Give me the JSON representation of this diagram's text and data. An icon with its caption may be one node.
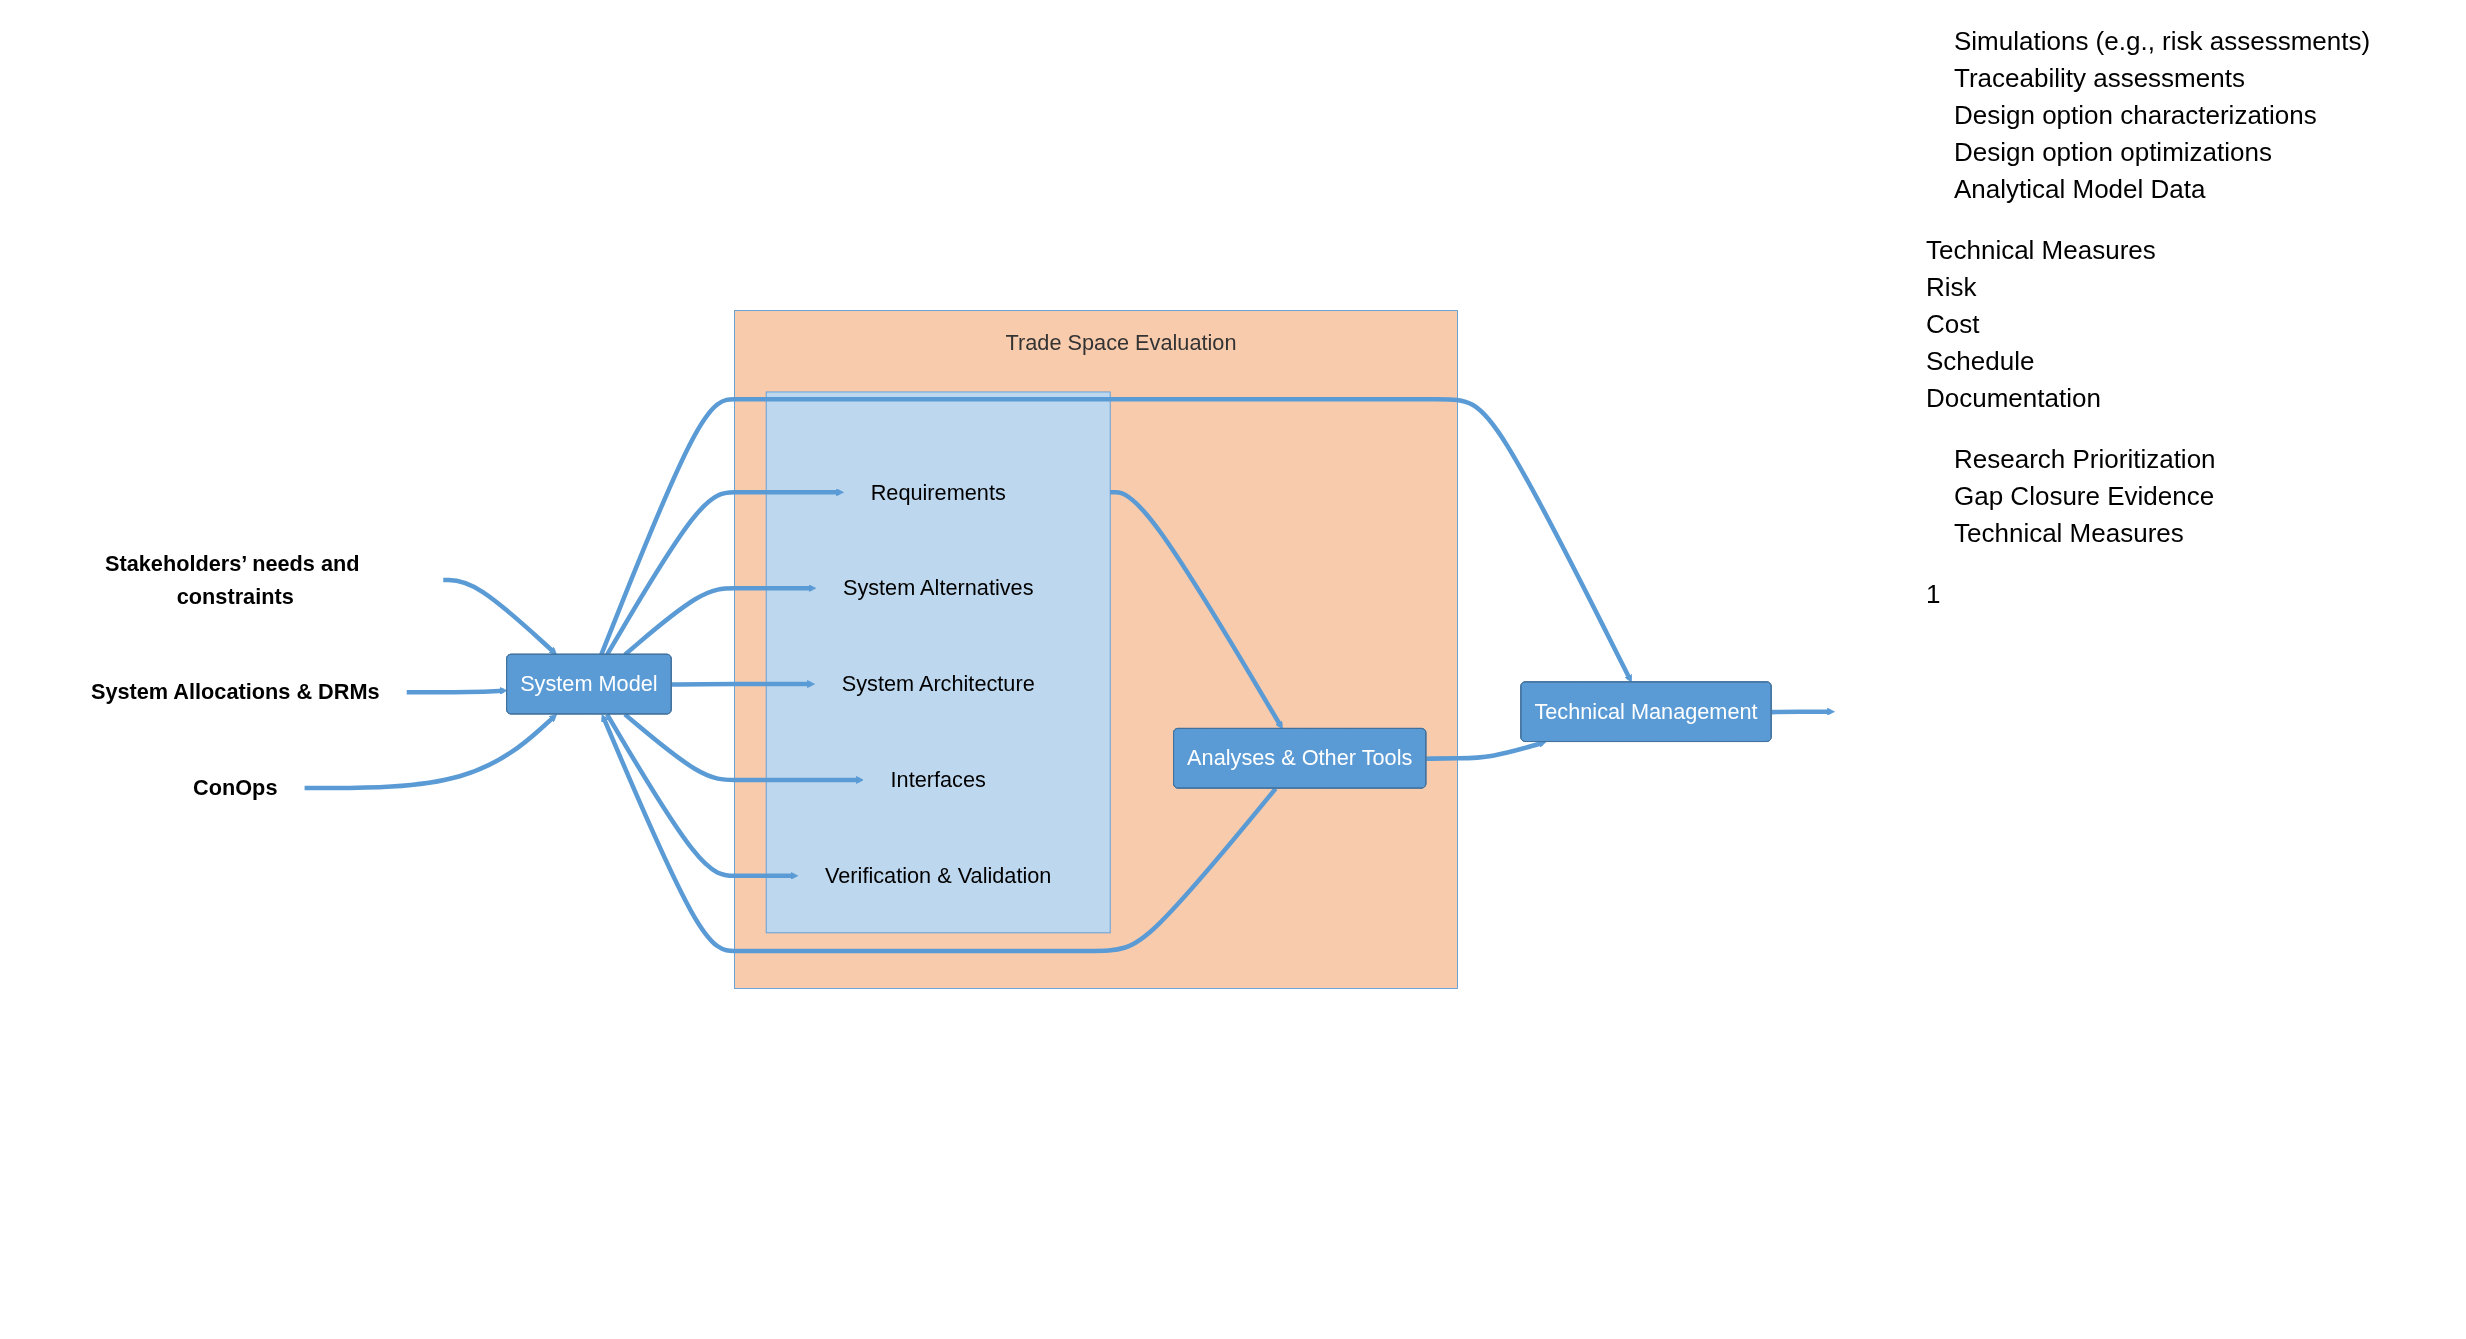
{
  "diagram": {
    "nodes": [
      {
        "text": [
          "Stakeholders’ needs and constraints"
        ]
      },
      {
        "text": [
          "System Allocations & DRMs"
        ]
      },
      {
        "text": [
          "ConOps"
        ]
      },
      {
        "text": [
          "System Model"
        ]
      },
      {
        "text": [
          "Technical Management"
        ]
      },
      {
        "text": [
          "Trade Space Evaluation"
        ]
      },
      {
        "text": [],
        "shape": "box",
        "in": 5
      },
      {
        "text": [
          "Requirements"
        ],
        "in": 6
      },
      {
        "text": [
          "System Alternatives"
        ],
        "in": 6
      },
      {
        "text": [
          "System Architecture"
        ],
        "in": 6
      },
      {
        "text": [
          "Interfaces"
        ],
        "in": 6
      },
      {
        "text": [
          "Verification & Validation"
        ],
        "in": 6
      },
      {
        "text": [
          "Analyses & Other Tools"
        ],
        "in": 5
      }
    ],
    "edges": [
      {
        "from": 0,
        "to": 3,
        "arrow": "to"
      },
      {
        "from": 1,
        "to": 3,
        "arrow": "to"
      },
      {
        "from": 2,
        "to": 3,
        "arrow": "to"
      },
      {
        "from": 3,
        "to": 7,
        "arrow": "to"
      },
      {
        "from": 3,
        "to": 8,
        "arrow": "to"
      },
      {
        "from": 3,
        "to": 9,
        "arrow": "to"
      },
      {
        "from": 3,
        "to": 10,
        "arrow": "to"
      },
      {
        "from": 3,
        "to": 11,
        "arrow": "to"
      },
      {
        "from": 3,
        "to": 4,
        "arrow": "to"
      },
      {
        "from": 6,
        "to": 12,
        "arrow": "to"
      },
      {
        "from": 12,
        "to": 3,
        "arrow": "to"
      },
      {
        "from": 12,
        "to": 4,
        "arrow": "to"
      },
      {
        "from": 4,
        "to": null,
        "arrow": "to"
      }
    ],
    "labels": [
      "Simulations (e.g., risk assessments)",
      "Traceability assessments",
      "Design option characterizations",
      "Design option optimizations",
      "Analytical Model Data",
      "Technical Measures",
      "Risk",
      "Cost",
      "Schedule",
      "Documentation",
      "Research Prioritization",
      "Gap Closure Evidence",
      "Technical Measures",
      "1"
    ]
  }
}
